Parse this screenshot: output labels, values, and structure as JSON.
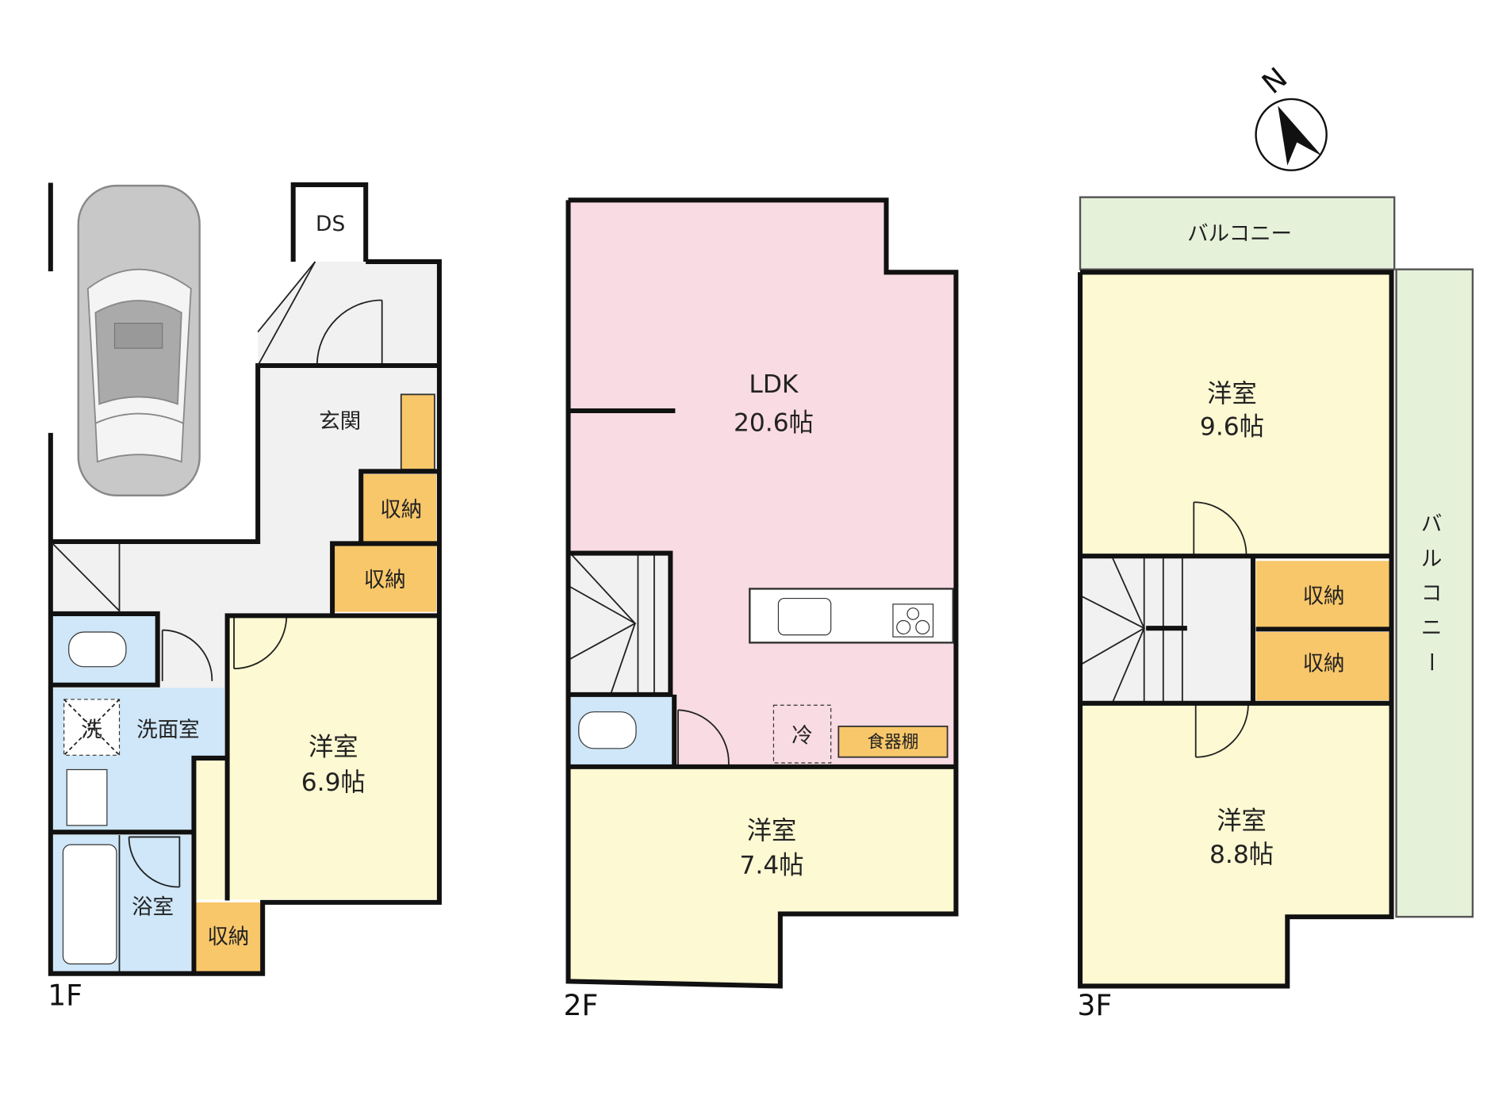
{
  "colors": {
    "ldk": "#f9dbe3",
    "western_room": "#fdf9d2",
    "wet_area": "#cfe7f8",
    "storage": "#f8c76a",
    "common": "#f1f1f1",
    "balcony": "#e6f1da",
    "wall": "#111111"
  },
  "compass": {
    "label": "N",
    "icon": "north-arrow-icon"
  },
  "floor1": {
    "label": "1F",
    "ds": "DS",
    "genkan": "玄関",
    "storage_a": "収納",
    "storage_b": "収納",
    "storage_c": "収納",
    "washroom": "洗面室",
    "washer": "洗",
    "bath": "浴室",
    "room": {
      "name": "洋室",
      "size": "6.9帖"
    }
  },
  "floor2": {
    "label": "2F",
    "ldk": {
      "name": "LDK",
      "size": "20.6帖"
    },
    "fridge": "冷",
    "cupboard": "食器棚",
    "room": {
      "name": "洋室",
      "size": "7.4帖"
    }
  },
  "floor3": {
    "label": "3F",
    "balcony_top": "バルコニー",
    "balcony_side": [
      "バ",
      "ル",
      "コ",
      "ニ",
      "ー"
    ],
    "room_a": {
      "name": "洋室",
      "size": "9.6帖"
    },
    "room_b": {
      "name": "洋室",
      "size": "8.8帖"
    },
    "storage_a": "収納",
    "storage_b": "収納"
  }
}
